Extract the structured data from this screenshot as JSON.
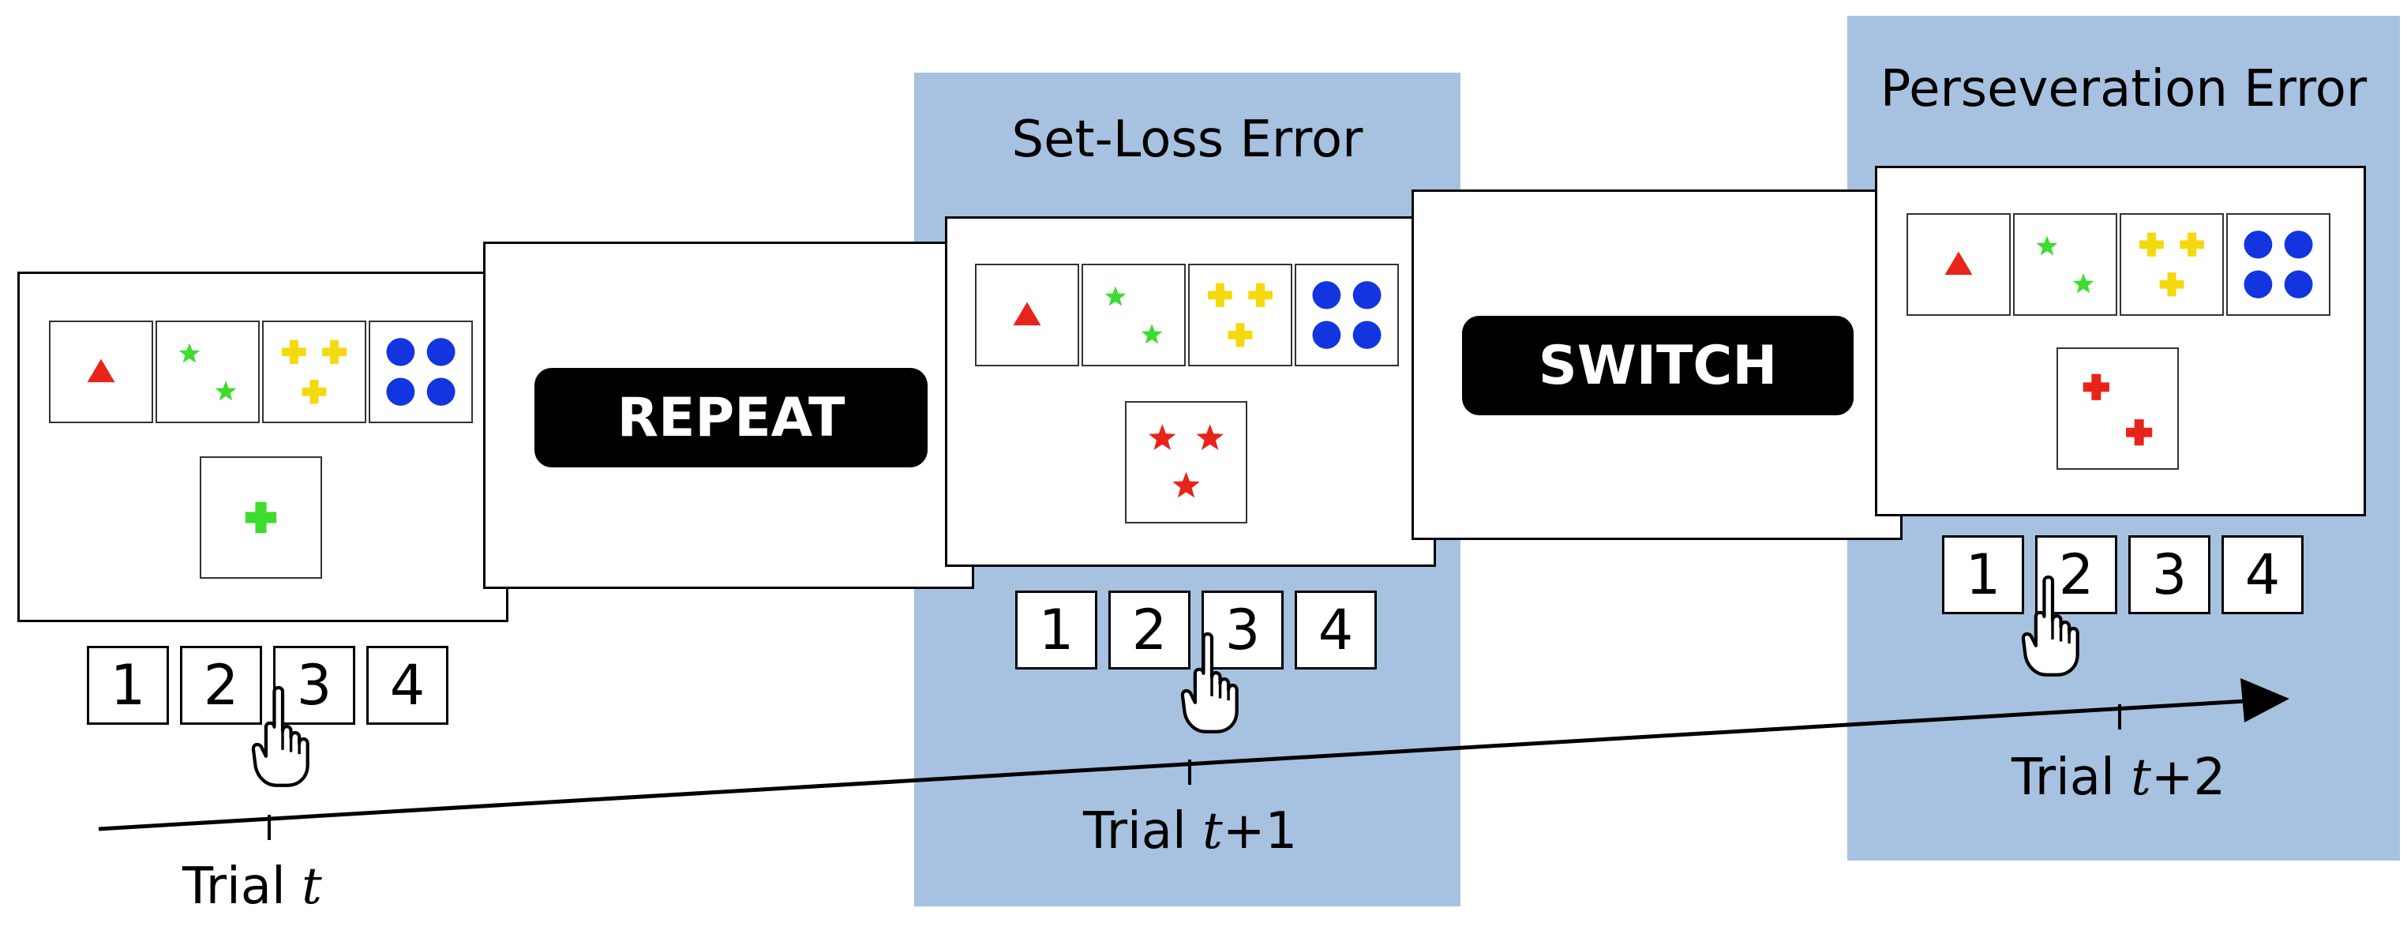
{
  "colors": {
    "highlight": "#a7c1e0",
    "red": "#e8231a",
    "green": "#3ddc2e",
    "yellow": "#f5d90f",
    "blue": "#1235e0"
  },
  "highlights": {
    "set_loss_label": "Set-Loss Error",
    "perseveration_label": "Perseveration Error"
  },
  "cues": {
    "repeat": "REPEAT",
    "switch": "SWITCH"
  },
  "key_labels": [
    "1",
    "2",
    "3",
    "4"
  ],
  "reference_cards": [
    {
      "color": "red",
      "shape": "triangle",
      "count": 1
    },
    {
      "color": "green",
      "shape": "star",
      "count": 2
    },
    {
      "color": "yellow",
      "shape": "cross",
      "count": 3
    },
    {
      "color": "blue",
      "shape": "circle",
      "count": 4
    }
  ],
  "trials": [
    {
      "label_prefix": "Trial ",
      "label_var": "t",
      "label_suffix": "",
      "target": {
        "color": "green",
        "shape": "cross",
        "count": 1
      },
      "chosen_key": "3"
    },
    {
      "label_prefix": "Trial ",
      "label_var": "t",
      "label_suffix": "+1",
      "target": {
        "color": "red",
        "shape": "star",
        "count": 3
      },
      "chosen_key": "3"
    },
    {
      "label_prefix": "Trial ",
      "label_var": "t",
      "label_suffix": "+2",
      "target": {
        "color": "red",
        "shape": "cross",
        "count": 2
      },
      "chosen_key": "2"
    }
  ],
  "icons": {
    "pointer": "pointing-hand-icon",
    "timeline": "arrow-right-icon"
  }
}
